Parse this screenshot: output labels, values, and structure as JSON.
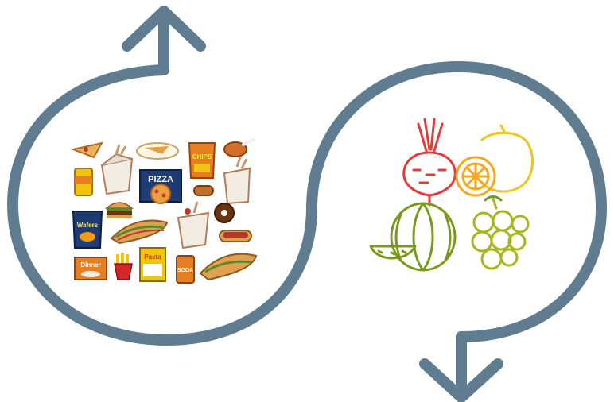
{
  "diagram": {
    "arrow_color": "#607c90",
    "background": "#ffffff",
    "left_panel": {
      "icon": "junk-food-collage-icon",
      "items": {
        "pizza_box_text": "PIZZA",
        "chips_text": "CHIPS",
        "cheese_bag_text": "Wafers",
        "pasta_box_text": "Pasta",
        "dinner_box_text": "Dinner",
        "soda_text": "SODA"
      }
    },
    "right_panel": {
      "icon": "fruits-vegetables-icon",
      "colors": {
        "beet": "#e53a3a",
        "lemon": "#f0c419",
        "orange": "#f5a623",
        "watermelon": "#7a9a1e",
        "grapes": "#a9b51c",
        "leaf": "#6e9a22"
      }
    }
  }
}
